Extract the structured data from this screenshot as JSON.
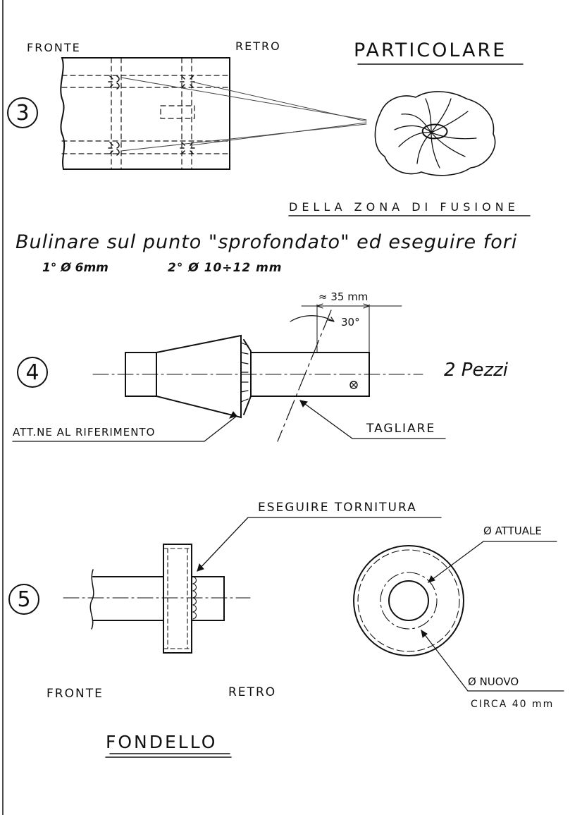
{
  "step3": {
    "number": "3",
    "label_front": "FRONTE",
    "label_back": "RETRO",
    "detail_title": "PARTICOLARE",
    "detail_caption": "DELLA ZONA DI FUSIONE"
  },
  "instruction": {
    "line1": "Bulinare sul punto \"sprofondato\" ed eseguire fori",
    "line2a": "1° Ø 6mm",
    "line2b": "2° Ø 10÷12 mm"
  },
  "step4": {
    "number": "4",
    "dim_length": "≈ 35 mm",
    "dim_angle": "30°",
    "quantity": "2 Pezzi",
    "ref_note": "ATT.NE AL RIFERIMENTO",
    "cut_note": "TAGLIARE"
  },
  "step5": {
    "number": "5",
    "turning_note": "ESEGUIRE TORNITURA",
    "label_front": "FRONTE",
    "label_back": "RETRO",
    "current_dia": "Ø ATTUALE",
    "new_dia": "Ø NUOVO",
    "new_dia_value": "CIRCA 40 mm",
    "part_name": "FONDELLO"
  },
  "colors": {
    "ink": "#111111",
    "paper": "#ffffff"
  }
}
